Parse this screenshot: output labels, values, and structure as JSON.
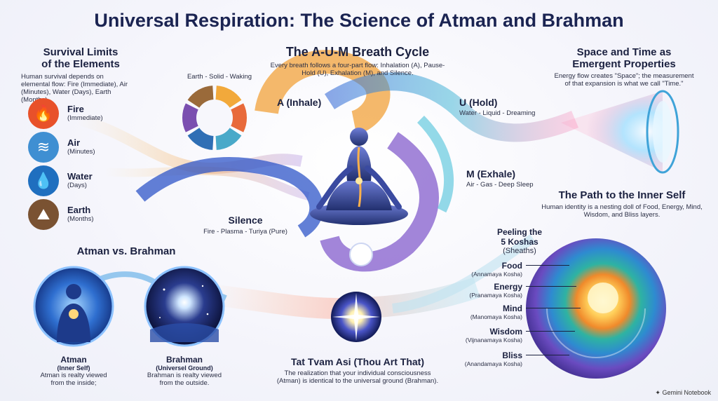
{
  "title": "Universal Respiration: The Science of Atman and Brahman",
  "survival": {
    "heading_line1": "Survival Limits",
    "heading_line2": "of the Elements",
    "desc": "Human survival depends on elemental flow: Fire (Immediate), Air (Minutes), Water (Days), Earth (Months).",
    "items": [
      {
        "name": "Fire",
        "sub": "(Immediate)",
        "icon": "flame-icon",
        "color": "#e8512a"
      },
      {
        "name": "Air",
        "sub": "(Minutes)",
        "icon": "wind-icon",
        "color": "#3f8fd2"
      },
      {
        "name": "Water",
        "sub": "(Days)",
        "icon": "water-drop-icon",
        "color": "#1f6fbf"
      },
      {
        "name": "Earth",
        "sub": "(Months)",
        "icon": "mountain-icon",
        "color": "#7a5232"
      }
    ]
  },
  "aum": {
    "heading": "The A-U-M Breath Cycle",
    "desc": "Every breath follows a four-part flow: Inhalation (A), Pause-Hold (U), Exhalation (M), and Silence.",
    "wheel_label": "Earth - Solid - Waking",
    "phases": {
      "a_label": "A (Inhale)",
      "u_label": "U (Hold)",
      "u_sub": "Water - Liquid - Dreaming",
      "m_label": "M (Exhale)",
      "m_sub": "Air - Gas - Deep Sleep",
      "silence_label": "Silence",
      "silence_sub": "Fire - Plasma - Turiya (Pure)"
    },
    "wheel_colors": [
      "#f2a93b",
      "#e86a3a",
      "#49a9c9",
      "#2f6fb5",
      "#7b4fb0",
      "#9a6a3a"
    ]
  },
  "spacetime": {
    "heading_line1": "Space and Time as",
    "heading_line2": "Emergent Properties",
    "desc": "Energy flow creates \"Space\"; the measurement of that expansion is what we call \"Time.\""
  },
  "path": {
    "heading": "The Path to the Inner Self",
    "desc": "Human identity is a nesting doll of Food, Energy, Mind, Wisdom, and Bliss layers.",
    "peeling_line1": "Peeling the",
    "peeling_line2": "5 Koshas",
    "peeling_line3": "(Sheaths)",
    "koshas": [
      {
        "name": "Food",
        "sub": "(Annamaya Kosha)"
      },
      {
        "name": "Energy",
        "sub": "(Pranamaya Kosha)"
      },
      {
        "name": "Mind",
        "sub": "(Manomaya Kosha)"
      },
      {
        "name": "Wisdom",
        "sub": "(Vijnanamaya Kosha)"
      },
      {
        "name": "Bliss",
        "sub": "(Anandamaya Kosha)"
      }
    ]
  },
  "atman_brahman": {
    "heading": "Atman vs. Brahman",
    "atman_title": "Atman",
    "atman_sub": "(Inner Self)",
    "atman_desc_line1": "Atman is realty viewed",
    "atman_desc_line2": "from the inside;",
    "brahman_title": "Brahman",
    "brahman_sub": "(Universel Ground)",
    "brahman_desc_line1": "Brahman is realty viewed",
    "brahman_desc_line2": "from the outside."
  },
  "tat": {
    "heading": "Tat Tvam Asi (Thou Art That)",
    "desc_line1": "The realization that your individual consciousness",
    "desc_line2": "(Atman) is identical to the universal ground (Brahman)."
  },
  "watermark": "Gemini Notebook"
}
